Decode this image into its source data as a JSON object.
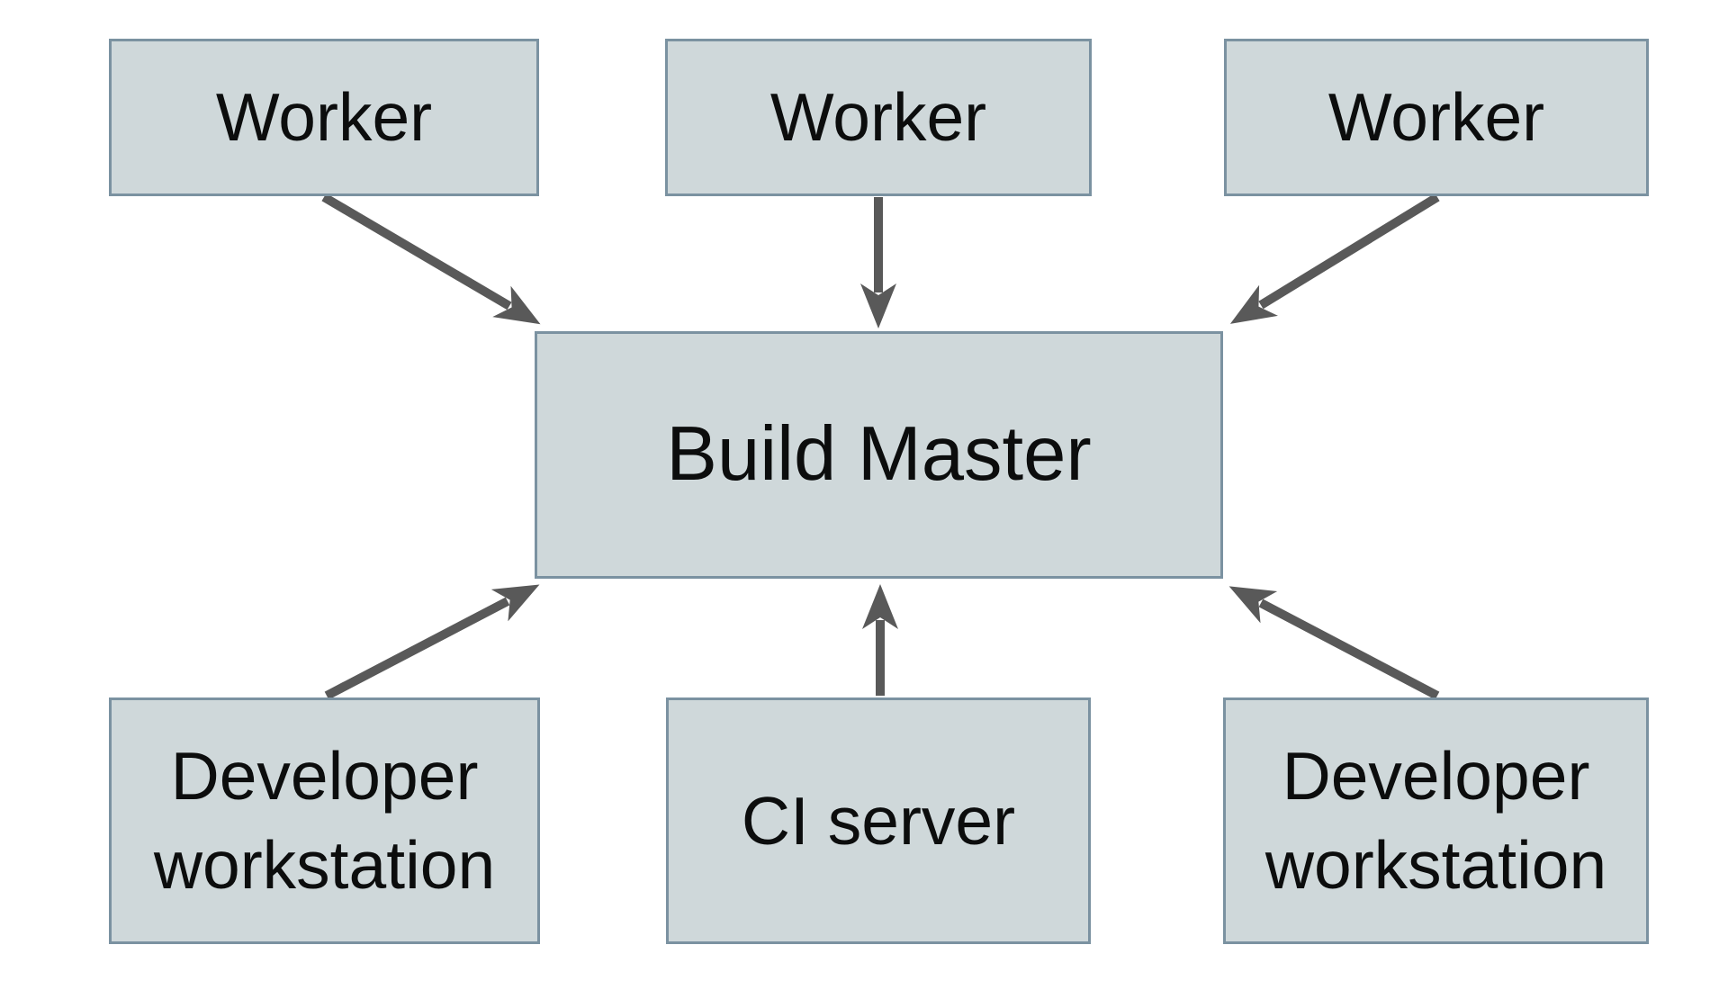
{
  "diagram": {
    "type": "node-edge-diagram",
    "nodes": {
      "worker_1": {
        "label": "Worker"
      },
      "worker_2": {
        "label": "Worker"
      },
      "worker_3": {
        "label": "Worker"
      },
      "build_master": {
        "label": "Build Master"
      },
      "dev_workstation_left": {
        "label": "Developer workstation"
      },
      "ci_server": {
        "label": "CI server"
      },
      "dev_workstation_right": {
        "label": "Developer workstation"
      }
    },
    "edges": [
      {
        "from": "worker_1",
        "to": "build_master",
        "direction": "down"
      },
      {
        "from": "worker_2",
        "to": "build_master",
        "direction": "down"
      },
      {
        "from": "worker_3",
        "to": "build_master",
        "direction": "down"
      },
      {
        "from": "dev_workstation_left",
        "to": "build_master",
        "direction": "up"
      },
      {
        "from": "ci_server",
        "to": "build_master",
        "direction": "up"
      },
      {
        "from": "dev_workstation_right",
        "to": "build_master",
        "direction": "up"
      }
    ],
    "colors": {
      "background": "#ffffff",
      "node_fill": "#cfd8da",
      "node_border": "#7b92a1",
      "arrow": "#595959",
      "text": "#0c0d0d"
    }
  }
}
